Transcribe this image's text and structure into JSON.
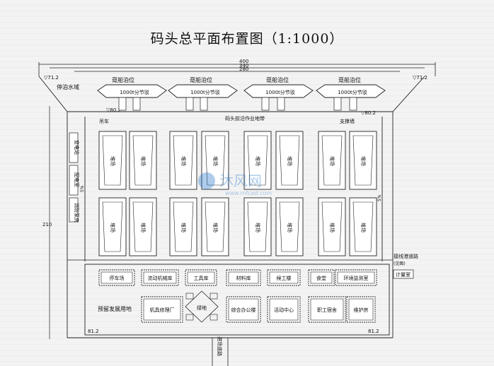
{
  "title": "码头总平面布置图（1:1000）",
  "dimensions": {
    "overall": "400",
    "mid": "340",
    "inner": "280",
    "side": "210"
  },
  "elevations": {
    "left_top": "▽71.2",
    "right_top": "▽71.2",
    "left_mid": "▽80.2",
    "right_mid": "▽80.2",
    "left_bottom": "81.2",
    "right_bottom": "81.2"
  },
  "water_area": "停泊水域",
  "floating_labels": [
    "趸船泊位",
    "趸船泊位",
    "趸船泊位",
    "趸船泊位"
  ],
  "barge_labels": [
    "1000t分节驳",
    "1000t分节驳",
    "1000t分节驳",
    "1000t分节驳"
  ],
  "terminal_road": "码头前沿作业地带",
  "crane_label": "吊车",
  "support_label": "支撑墙",
  "left_side_labels": [
    "变电站",
    "配电室",
    "消防泵房"
  ],
  "slope_label": "5%",
  "right_slope_label": "5%",
  "storage_label": "堆场",
  "road_label": "接线港道路",
  "road_sub": "(见图)",
  "weigh_label": "计量室",
  "entrance_label": "进场道路",
  "reserve_label": "预留发展用地",
  "green_label": "绿地",
  "buildings": [
    "停车场",
    "流动机械库",
    "工具库",
    "材料库",
    "候工楼",
    "食堂",
    "环境监测室",
    "机具修理厂",
    "综合办公楼",
    "活动中心",
    "职工宿舍",
    "维护房"
  ],
  "watermark": {
    "brand": "沐风网",
    "site": "www.mfcad.com"
  }
}
